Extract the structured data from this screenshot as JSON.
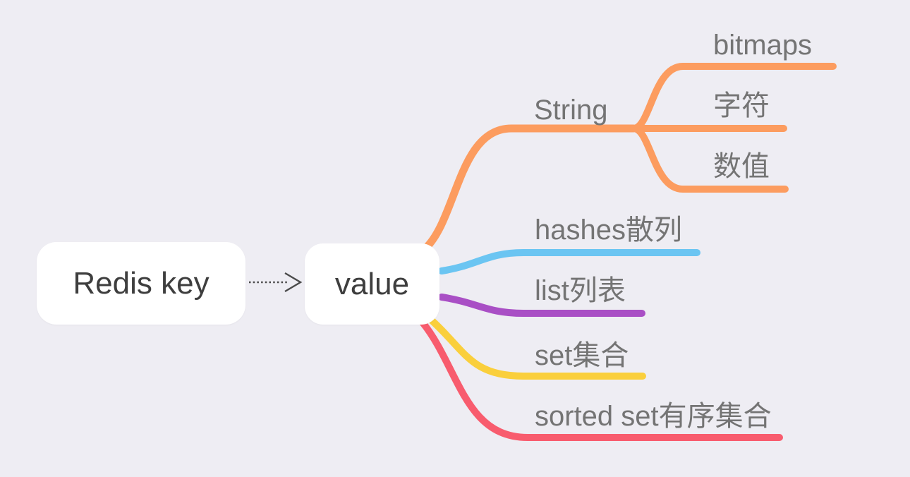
{
  "canvas": {
    "background_color": "#EEEDF3",
    "node_text_color": "#3E3E3E",
    "label_text_color": "#747474"
  },
  "nodes": {
    "root": {
      "label": "Redis key"
    },
    "value": {
      "label": "value"
    }
  },
  "connector": {
    "type": "dotted-arrow",
    "from": "Redis key",
    "to": "value",
    "color": "#4A4A4A"
  },
  "branches": [
    {
      "id": "string",
      "label": "String",
      "color": "#FC9C5F",
      "children": [
        {
          "label": "bitmaps"
        },
        {
          "label": "字符"
        },
        {
          "label": "数值"
        }
      ]
    },
    {
      "id": "hashes",
      "label": "hashes散列",
      "color": "#6BC5F2",
      "children": []
    },
    {
      "id": "list",
      "label": "list列表",
      "color": "#A94FC5",
      "children": []
    },
    {
      "id": "set",
      "label": "set集合",
      "color": "#FACF3C",
      "children": []
    },
    {
      "id": "sorted-set",
      "label": "sorted set有序集合",
      "color": "#F85C6E",
      "children": []
    }
  ]
}
